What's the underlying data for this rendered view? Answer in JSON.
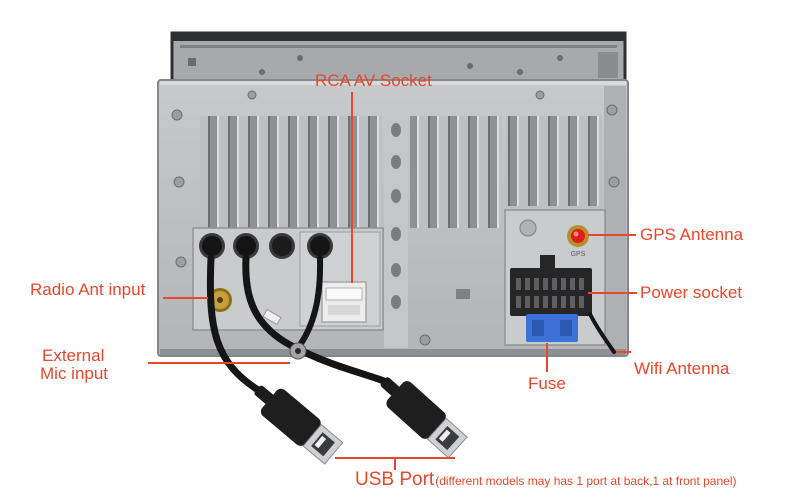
{
  "labels": {
    "rca_av_socket": "RCA AV Socket",
    "gps_antenna": "GPS Antenna",
    "power_socket": "Power socket",
    "wifi_antenna": "Wifi Antenna",
    "fuse": "Fuse",
    "radio_ant_input": "Radio Ant input",
    "external_mic_input": [
      "External",
      "Mic input"
    ],
    "usb_port": "USB Port",
    "usb_port_note": "(different models may has 1 port at back,1 at front panel)"
  },
  "device_markings": {
    "gps": "GPS"
  },
  "colors": {
    "annotation": "#e8472b",
    "background": "#ffffff",
    "chassis": "#bfc2c4",
    "gps_connector": "#e11d1d",
    "fuse": "#3c72d8",
    "antenna_connector": "#c8a03a",
    "cable": "#151515"
  }
}
